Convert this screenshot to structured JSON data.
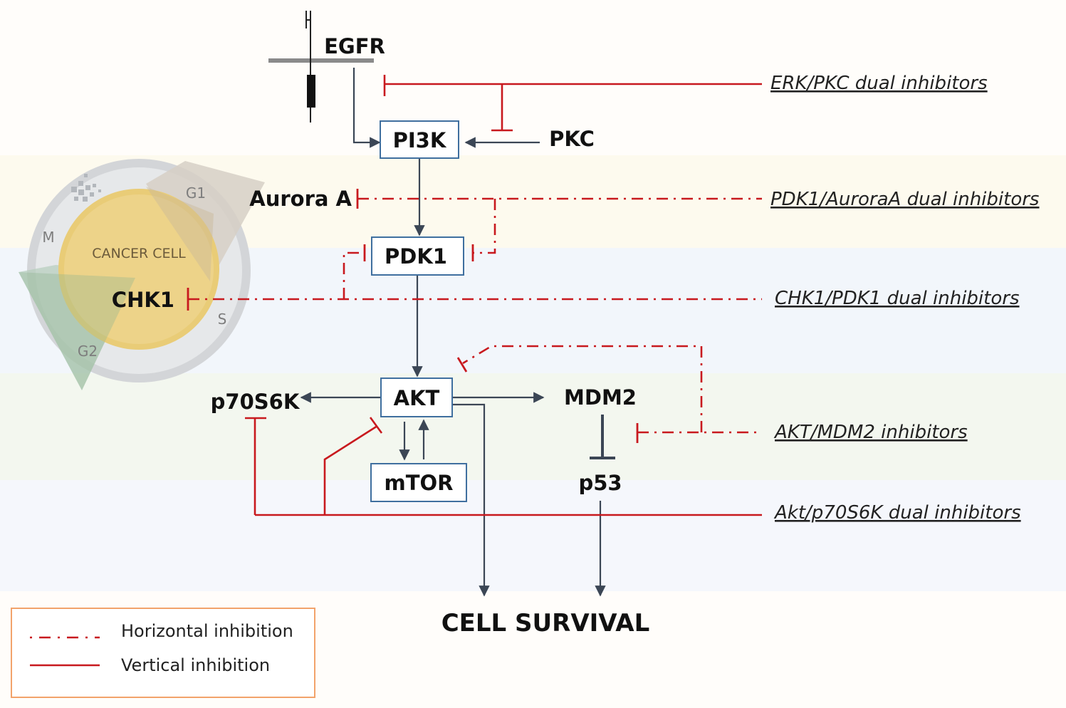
{
  "nodes": {
    "egfr": "EGFR",
    "pi3k": "PI3K",
    "pkc": "PKC",
    "aurora_a": "Aurora A",
    "pdk1": "PDK1",
    "chk1": "CHK1",
    "akt": "AKT",
    "p70s6k": "p70S6K",
    "mdm2": "MDM2",
    "mtor": "mTOR",
    "p53": "p53",
    "cell_survival": "CELL SURVIVAL"
  },
  "cell_cycle": {
    "title": "CANCER CELL",
    "phases": {
      "g1": "G1",
      "s": "S",
      "g2": "G2",
      "m": "M"
    }
  },
  "inhibitors": [
    {
      "label": "ERK/PKC dual inhibitors",
      "type": "vertical"
    },
    {
      "label": "PDK1/AuroraA dual inhibitors",
      "type": "horizontal"
    },
    {
      "label": "CHK1/PDK1 dual inhibitors",
      "type": "horizontal"
    },
    {
      "label": "AKT/MDM2 inhibitors",
      "type": "horizontal"
    },
    {
      "label": "Akt/p70S6K dual inhibitors",
      "type": "vertical"
    }
  ],
  "legend": {
    "horizontal": "Horizontal inhibition",
    "vertical": "Vertical inhibition"
  },
  "colors": {
    "inhibition": "#c8191e",
    "arrow": "#3b4655",
    "box_border": "#3f6f9f",
    "band_yellow": "#fdfaee",
    "band_blue": "#f2f6fb",
    "band_green": "#f3f7ef",
    "legend_border": "#f2a36b"
  }
}
